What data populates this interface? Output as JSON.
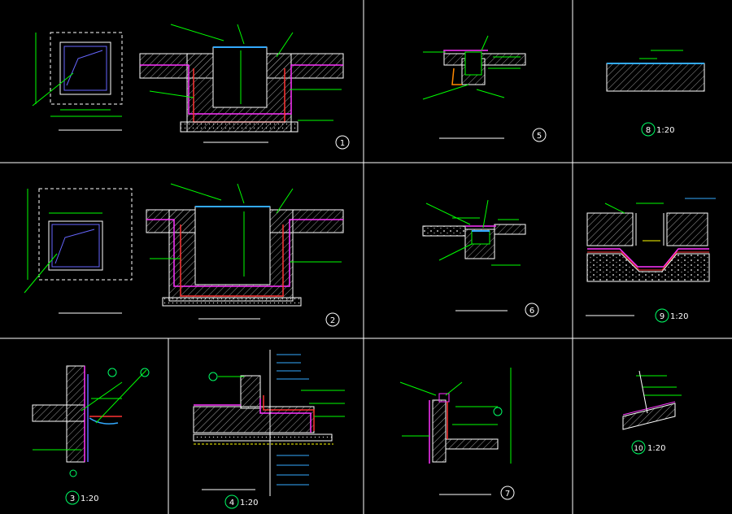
{
  "sheet": {
    "background": "#000000",
    "colors": {
      "outline": "#ffffff",
      "dim": "#00ff00",
      "detail": "#ff3333",
      "membrane": "#ff33ff",
      "water": "#33aaff",
      "note": "#ffff00",
      "hatch": "#aaaaaa",
      "circle": "#ffffff",
      "circle_green": "#00ff66"
    }
  },
  "details": {
    "d1": {
      "number": "1"
    },
    "d2": {
      "number": "2"
    },
    "d3": {
      "number": "3",
      "scale": "1:20"
    },
    "d4": {
      "number": "4",
      "scale": "1:20"
    },
    "d5": {
      "number": "5"
    },
    "d6": {
      "number": "6"
    },
    "d7": {
      "number": "7"
    },
    "d8": {
      "number": "8",
      "scale": "1:20"
    },
    "d9": {
      "number": "9",
      "scale": "1:20"
    },
    "d10": {
      "number": "10",
      "scale": "1:20"
    }
  }
}
